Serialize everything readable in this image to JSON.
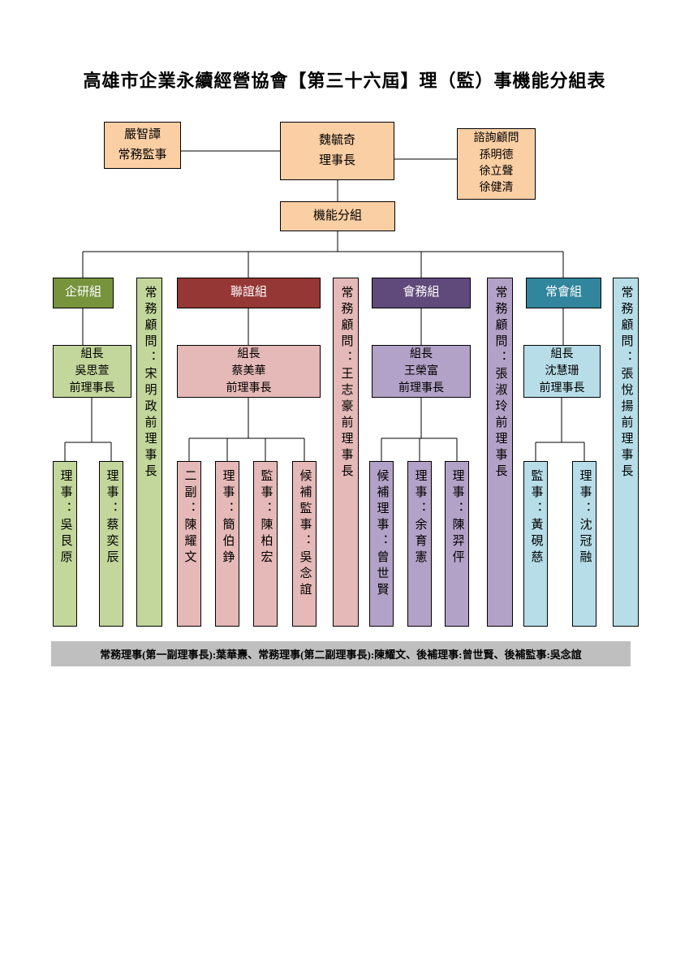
{
  "title": "高雄市企業永續經營協會【第三十六屆】理（監）事機能分組表",
  "top": {
    "supervisor": {
      "name": "嚴智譚",
      "role": "常務監事"
    },
    "chairman": {
      "name": "魏毓奇",
      "role": "理事長"
    },
    "advisors": {
      "title": "諮詢顧問",
      "names": [
        "孫明德",
        "徐立聲",
        "徐健清"
      ]
    },
    "function_label": "機能分組"
  },
  "groups": [
    {
      "name": "企研組",
      "header_color": "#77933C",
      "member_color": "#C3D69B",
      "leader": {
        "title": "組長",
        "name": "吳思萱",
        "suffix": "前理事長"
      },
      "members": [
        "理事：吳艮原",
        "理事：蔡奕辰"
      ],
      "advisor": "常務顧問：宋明政前理事長"
    },
    {
      "name": "聯誼組",
      "header_color": "#953735",
      "member_color": "#E5B9B7",
      "leader": {
        "title": "組長",
        "name": "蔡美華",
        "suffix": "前理事長"
      },
      "members": [
        "二副：陳耀文",
        "理事：簡伯錚",
        "監事：陳柏宏",
        "候補監事：吳念誼"
      ],
      "advisor": "常務顧問：王志豪前理事長"
    },
    {
      "name": "會務組",
      "header_color": "#604A7B",
      "member_color": "#B3A2C7",
      "leader": {
        "title": "組長",
        "name": "王榮富",
        "suffix": "前理事長"
      },
      "members": [
        "候補理事：曾世賢",
        "理事：余育憲",
        "理事：陳羿伻"
      ],
      "advisor": "常務顧問：張淑玲前理事長"
    },
    {
      "name": "常會組",
      "header_color": "#31859C",
      "member_color": "#B7DEE8",
      "leader": {
        "title": "組長",
        "name": "沈慧珊",
        "suffix": "前理事長"
      },
      "members": [
        "監事：黃硯慈",
        "理事：沈冠融"
      ],
      "advisor": "常務顧問：張悅揚前理事長"
    }
  ],
  "footer": "常務理事(第一副理事長):葉華燾、常務理事(第二副理事長):陳耀文、後補理事:曾世賢、後補監事:吳念誼",
  "colors": {
    "top_box": "#FBCFA4",
    "footer_bar": "#BFBFBF",
    "connector_line": "#000000"
  }
}
